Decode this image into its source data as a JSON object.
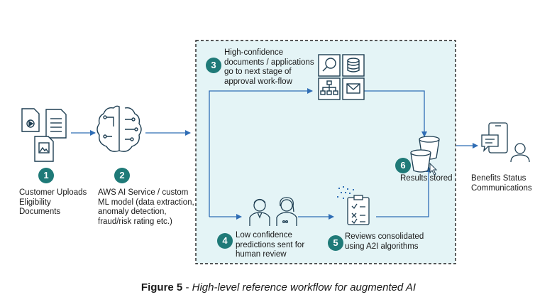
{
  "steps": [
    {
      "number": "1",
      "label": "Customer Uploads\nEligibility\nDocuments"
    },
    {
      "number": "2",
      "label": "AWS AI Service / custom\nML model (data extraction,\nanomaly detection,\nfraud/risk rating etc.)"
    },
    {
      "number": "3",
      "label": "High-confidence\ndocuments / applications\ngo to next stage of\napproval work-flow"
    },
    {
      "number": "4",
      "label": "Low confidence\npredictions sent for\nhuman review"
    },
    {
      "number": "5",
      "label": "Reviews consolidated\nusing A2I algorithms"
    },
    {
      "number": "6",
      "label": "Results stored"
    }
  ],
  "benefits_label": "Benefits Status\nCommunications",
  "caption": {
    "prefix": "Figure 5",
    "separator": " - ",
    "text": "High-level reference workflow for augmented AI"
  },
  "colors": {
    "box_fill": "#e4f4f6",
    "badge": "#1f7a78",
    "arrow": "#2f6db5",
    "icon": "#1e3e52"
  },
  "icons": [
    "document-icon",
    "ai-brain-icon",
    "search-icon",
    "database-icon",
    "hierarchy-icon",
    "mail-icon",
    "reviewer-icon",
    "checklist-icon",
    "storage-icon",
    "communications-icon"
  ]
}
